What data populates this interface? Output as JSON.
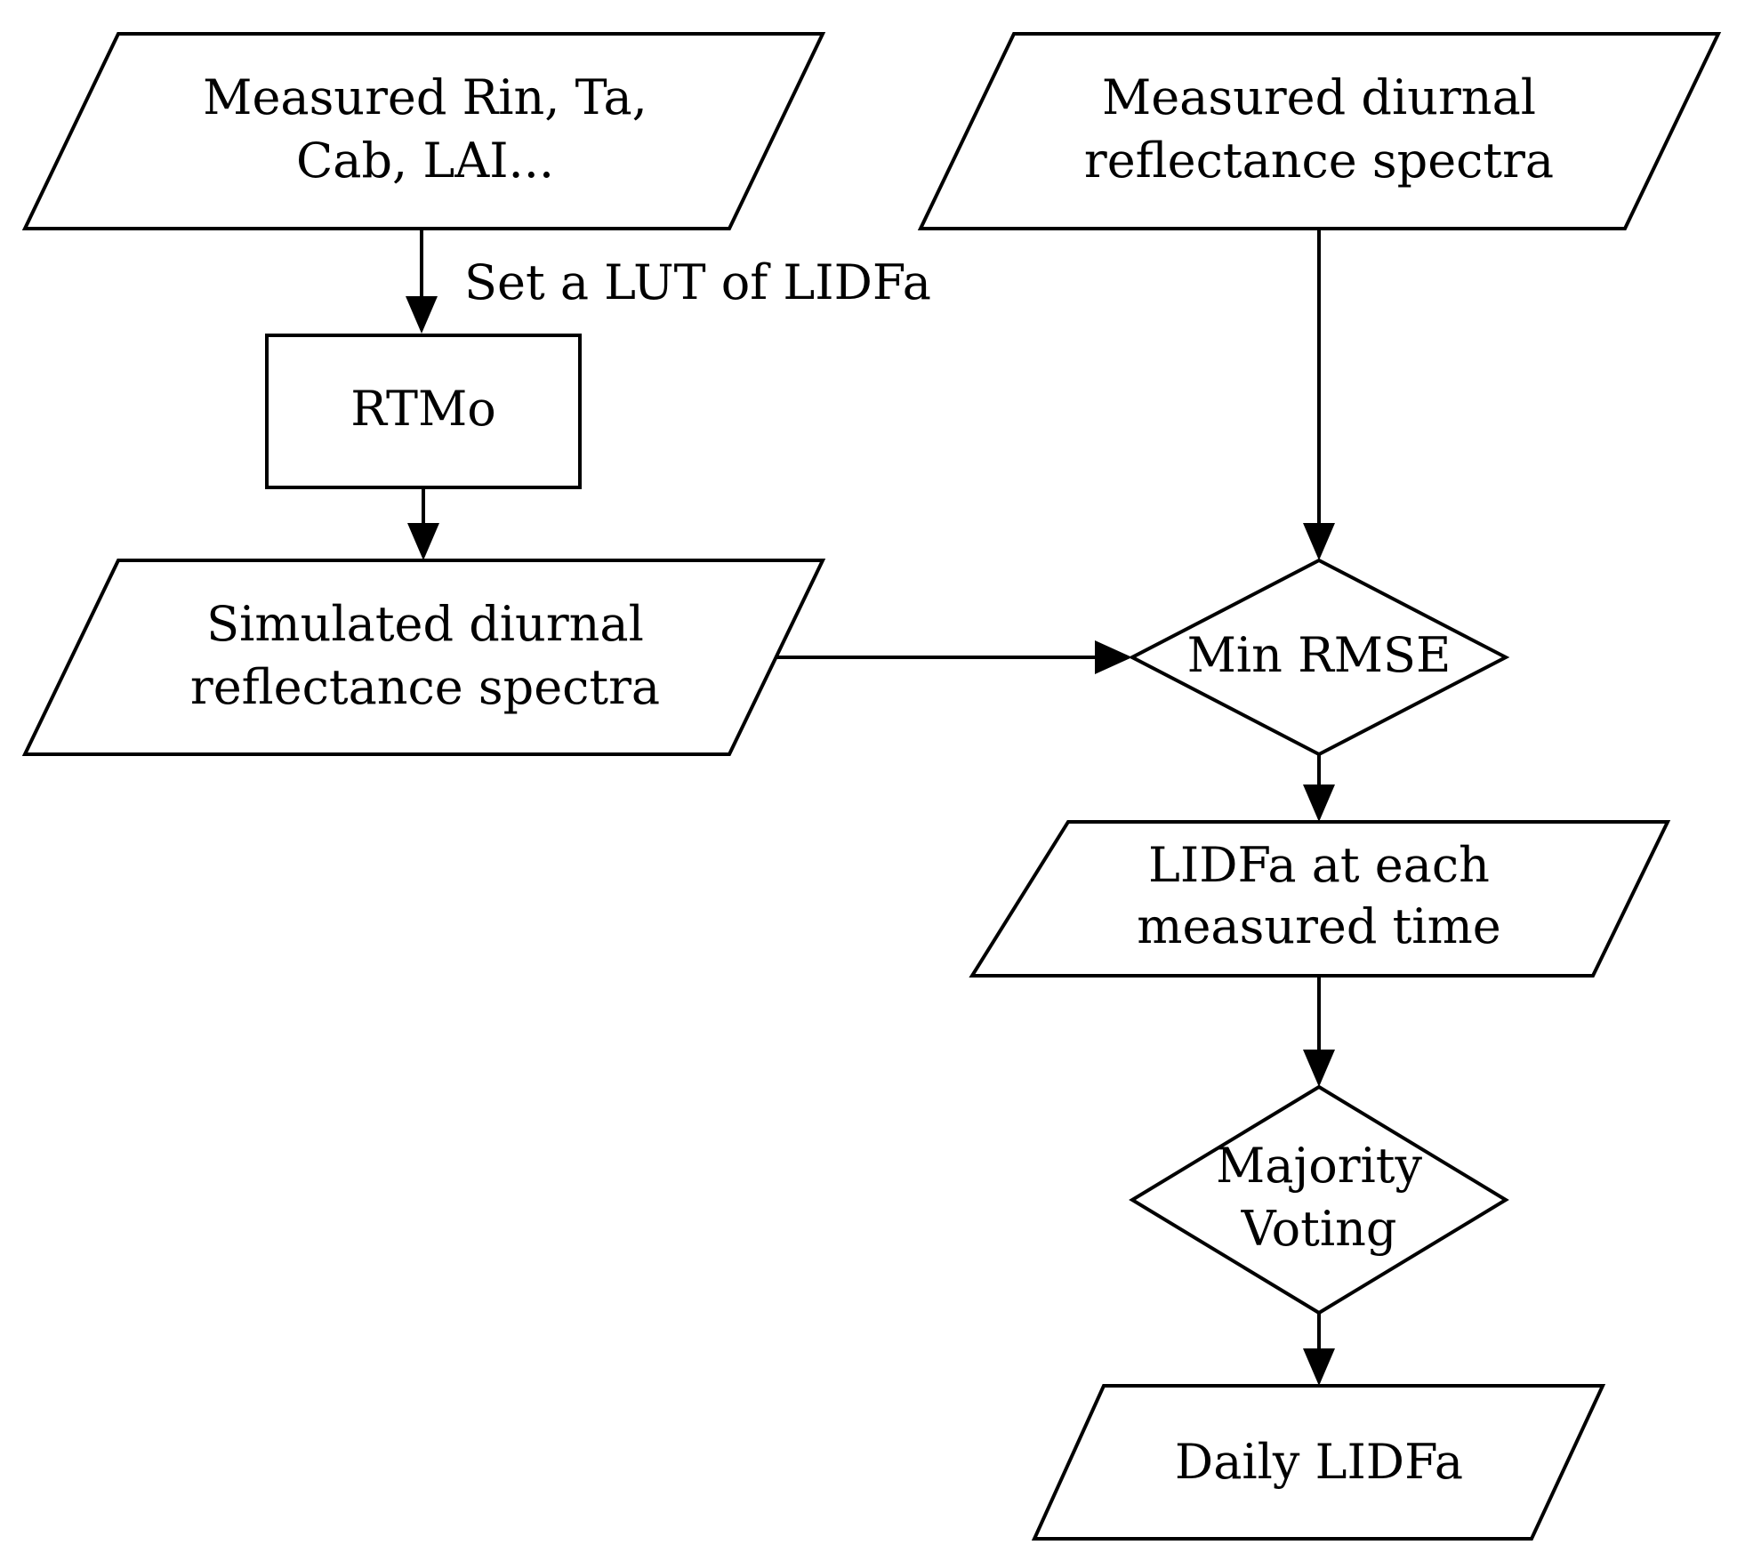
{
  "nodes": {
    "measured_inputs": {
      "shape": "parallelogram",
      "lines": [
        "Measured Rin, Ta,",
        "Cab, LAI..."
      ]
    },
    "measured_spectra": {
      "shape": "parallelogram",
      "lines": [
        "Measured diurnal",
        "reflectance spectra"
      ]
    },
    "rtmo": {
      "shape": "rectangle",
      "lines": [
        "RTMo"
      ]
    },
    "simulated_spectra": {
      "shape": "parallelogram",
      "lines": [
        "Simulated diurnal",
        "reflectance spectra"
      ]
    },
    "min_rmse": {
      "shape": "diamond",
      "lines": [
        "Min RMSE"
      ]
    },
    "lidfa_each_time": {
      "shape": "parallelogram",
      "lines": [
        "LIDFa at each",
        "measured time"
      ]
    },
    "majority_voting": {
      "shape": "diamond",
      "lines": [
        "Majority",
        "Voting"
      ]
    },
    "daily_lidfa": {
      "shape": "parallelogram",
      "lines": [
        "Daily LIDFa"
      ]
    }
  },
  "edges": {
    "inputs_to_rtmo": {
      "from": "measured_inputs",
      "to": "rtmo",
      "label": "Set a LUT of LIDFa"
    },
    "rtmo_to_simulated": {
      "from": "rtmo",
      "to": "simulated_spectra",
      "label": ""
    },
    "simulated_to_rmse": {
      "from": "simulated_spectra",
      "to": "min_rmse",
      "label": ""
    },
    "measured_to_rmse": {
      "from": "measured_spectra",
      "to": "min_rmse",
      "label": ""
    },
    "rmse_to_lidfa": {
      "from": "min_rmse",
      "to": "lidfa_each_time",
      "label": ""
    },
    "lidfa_to_voting": {
      "from": "lidfa_each_time",
      "to": "majority_voting",
      "label": ""
    },
    "voting_to_daily": {
      "from": "majority_voting",
      "to": "daily_lidfa",
      "label": ""
    }
  }
}
